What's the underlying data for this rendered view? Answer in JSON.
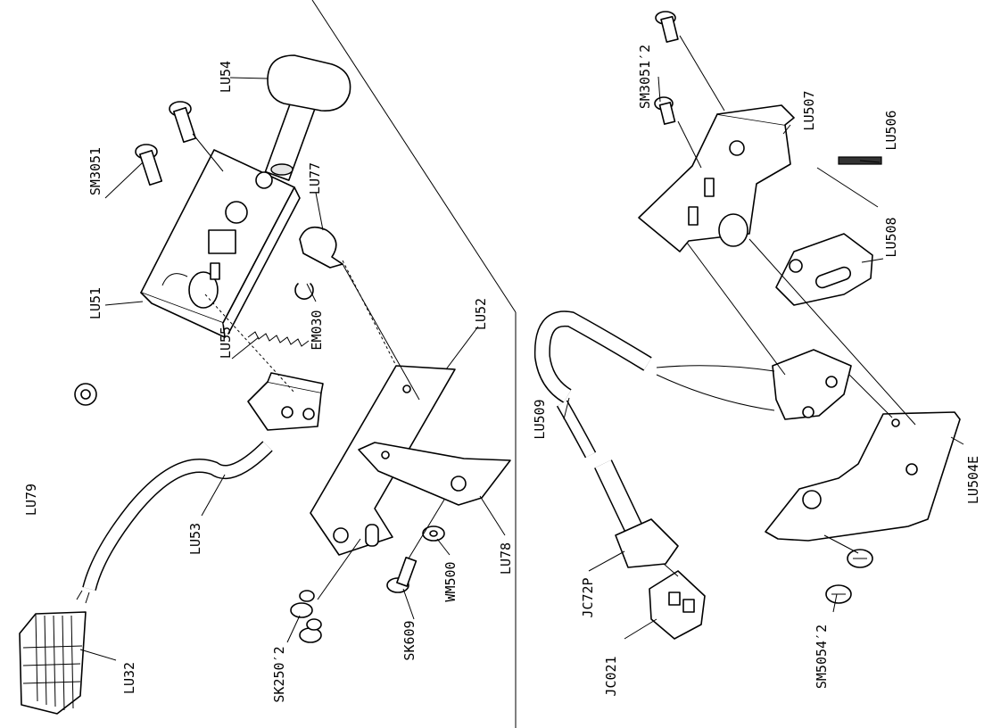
{
  "labels": {
    "lu54": "LU54",
    "sm3051": "SM3051",
    "lu51": "LU51",
    "lu77": "LU77",
    "lu55": "LU55",
    "em030": "EM030",
    "lu52": "LU52",
    "lu79": "LU79",
    "lu53": "LU53",
    "lu78": "LU78",
    "sk250x2": "SK250′2",
    "sk609": "SK609",
    "wm500": "WM500",
    "lu32": "LU32",
    "sm3051x2": "SM3051′2",
    "lu507": "LU507",
    "lu506": "LU506",
    "lu508": "LU508",
    "lu509": "LU509",
    "lu504e": "LU504E",
    "jc72p": "JC72P",
    "jc021": "JC021",
    "sm5054x2": "SM5054′2"
  }
}
